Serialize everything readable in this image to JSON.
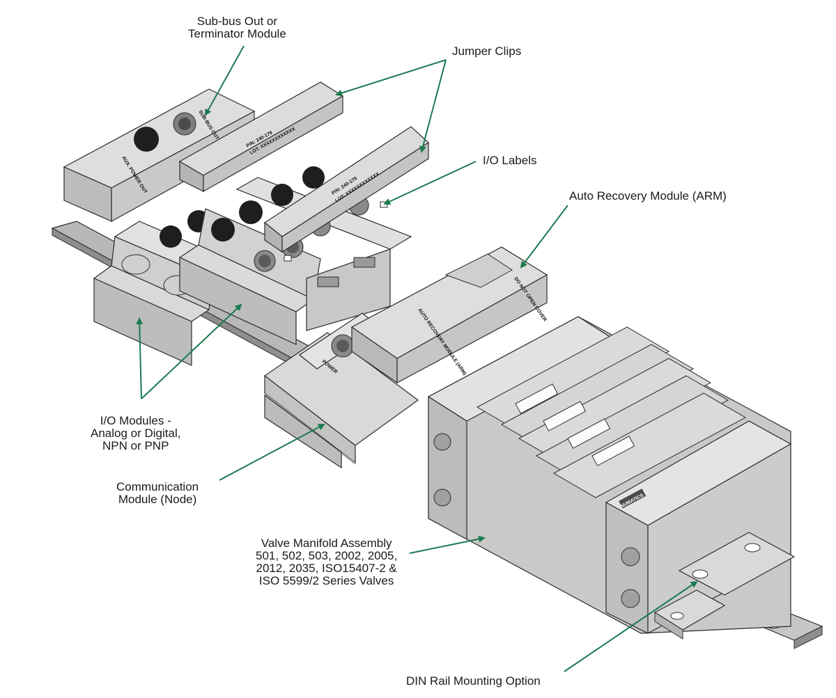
{
  "callouts": {
    "subbus": [
      "Sub-bus Out or",
      "Terminator Module"
    ],
    "jumper": [
      "Jumper Clips"
    ],
    "io_labels": [
      "I/O Labels"
    ],
    "arm": [
      "Auto Recovery Module (ARM)"
    ],
    "io_modules": [
      "I/O Modules -",
      "Analog or Digital,",
      "NPN or PNP"
    ],
    "comm": [
      "Communication",
      "Module (Node)"
    ],
    "valve": [
      "Valve Manifold Assembly",
      "501, 502, 503, 2002, 2005,",
      "2012, 2035, ISO15407-2 &",
      "ISO 5599/2 Series Valves"
    ],
    "din": [
      "DIN Rail Mounting Option"
    ]
  },
  "markings": {
    "pn_line": "P/N: 240-179",
    "lot_line": "LOT: XXXXXXXXXXXX",
    "aux_power": "AUX. POWER OUT",
    "subbus_out": "SUB-BUS OUT",
    "arm_text": "AUTO RECOVERY MODULE (ARM)",
    "do_not_open": "DO NOT OPEN COVER",
    "power": "POWER",
    "brand": "NUMATICS"
  },
  "colors": {
    "leader": "#1b7a4f",
    "module_light": "#d4d4d4",
    "module_mid": "#bcbcbc",
    "module_dark": "#9a9a9a",
    "outline": "#2b2b2b",
    "connector": "#1e1e1e"
  }
}
